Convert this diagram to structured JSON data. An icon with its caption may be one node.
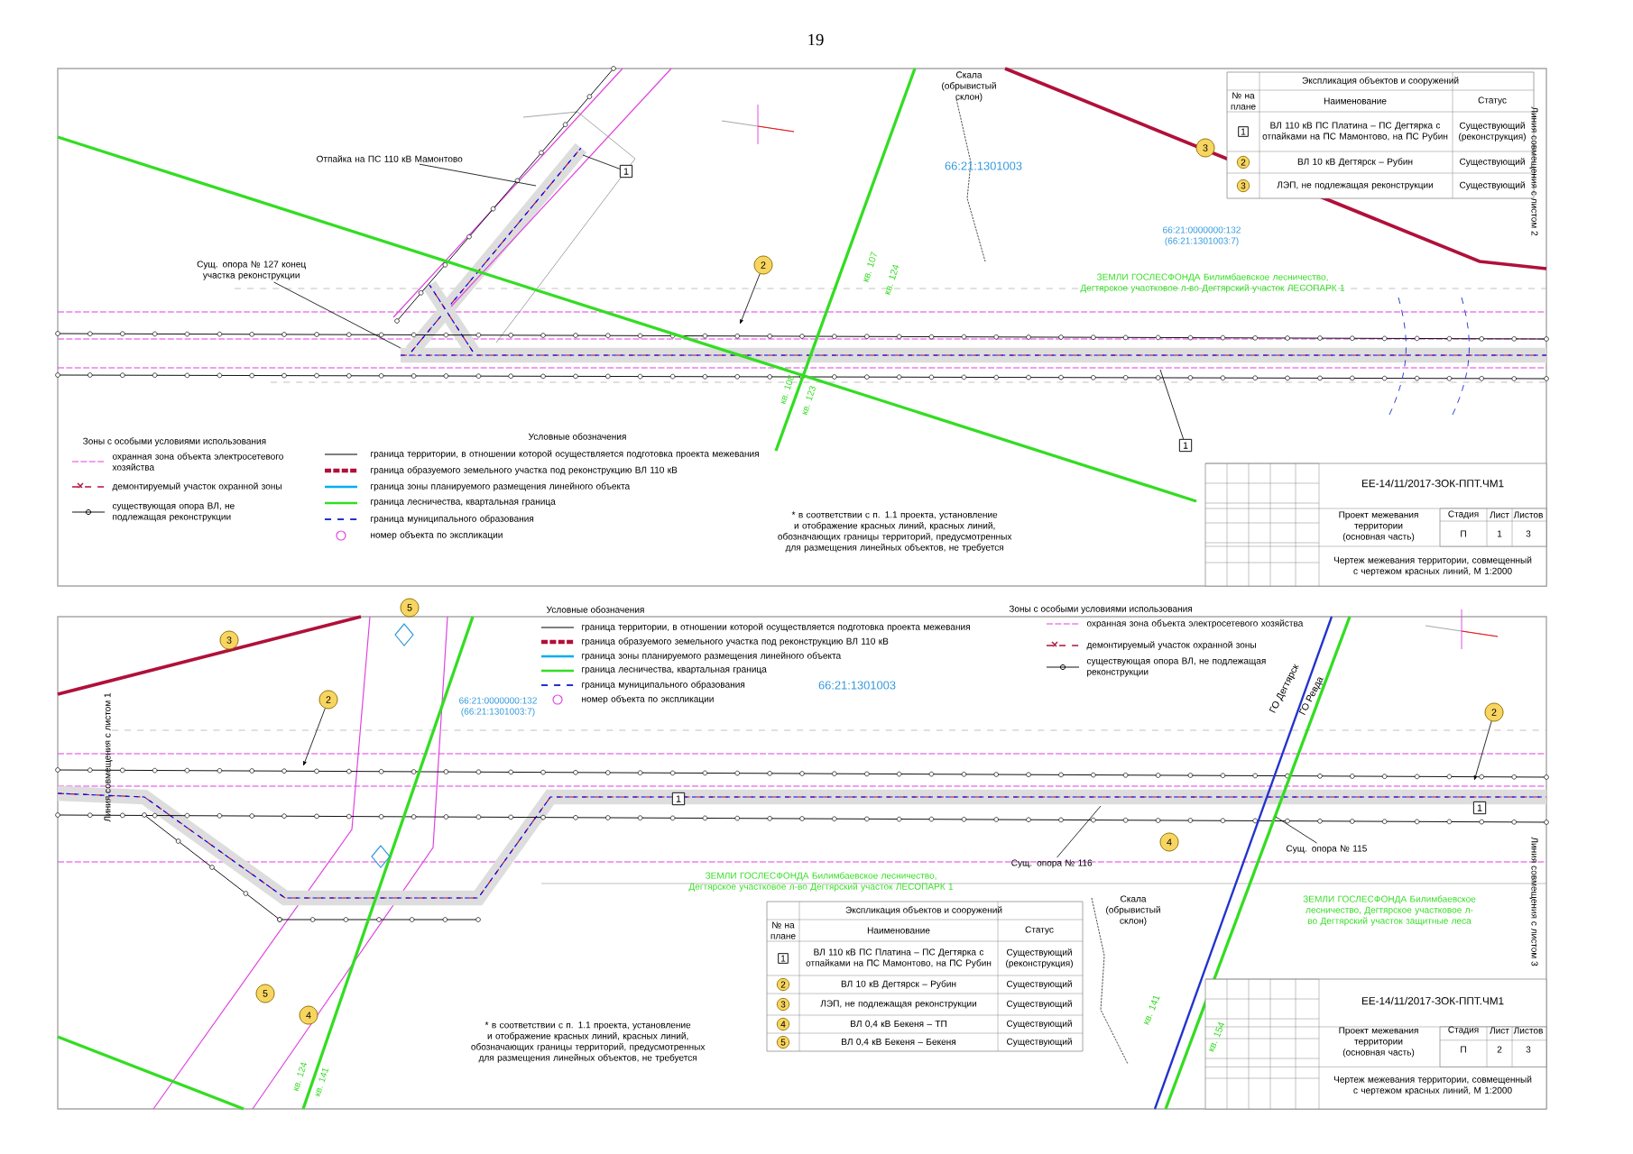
{
  "diagram": {
    "nodes": [
      {
        "text": [
          "1"
        ]
      },
      {
        "text": [
          "2"
        ]
      },
      {
        "text": [
          "3"
        ]
      },
      {
        "text": [
          "1"
        ]
      },
      {
        "text": [
          "Отпайка на ПС 110 кВ Мамонтово"
        ]
      },
      {
        "text": [
          "Сущ. опора № 127 конец участка реконструкции"
        ]
      },
      {
        "text": [
          "1"
        ]
      },
      {
        "text": [
          "2"
        ]
      },
      {
        "text": [
          "3"
        ]
      },
      {
        "text": [
          "3"
        ]
      },
      {
        "text": [
          "5"
        ]
      },
      {
        "text": [
          "2"
        ]
      },
      {
        "text": [
          "1"
        ]
      },
      {
        "text": [
          "5"
        ]
      },
      {
        "text": [
          "4"
        ]
      },
      {
        "text": [
          "2"
        ]
      },
      {
        "text": [
          "1"
        ]
      },
      {
        "text": [
          "4"
        ]
      },
      {
        "text": [
          "Сущ. опора № 116"
        ]
      },
      {
        "text": [
          "Сущ. опора № 115"
        ]
      },
      {
        "text": [
          "1"
        ]
      },
      {
        "text": [
          "2"
        ]
      },
      {
        "text": [
          "3"
        ]
      },
      {
        "text": [
          "4"
        ]
      },
      {
        "text": [
          "5"
        ]
      }
    ],
    "edges": [
      {
        "from": 0,
        "to": null,
        "arrow": "none"
      },
      {
        "from": 1,
        "to": null,
        "arrow": "to"
      },
      {
        "from": 3,
        "to": null,
        "arrow": "none"
      },
      {
        "from": 4,
        "to": null,
        "arrow": "none"
      },
      {
        "from": 5,
        "to": null,
        "arrow": "none"
      },
      {
        "from": 11,
        "to": null,
        "arrow": "to"
      },
      {
        "from": 15,
        "to": null,
        "arrow": "to"
      },
      {
        "from": 18,
        "to": null,
        "arrow": "none"
      },
      {
        "from": 19,
        "to": null,
        "arrow": "none"
      }
    ],
    "labels": [
      "19",
      "66:21:1301003",
      "кв. 107",
      "кв. 124",
      "Скала (обрывистый склон)",
      "66:21:0000000:132 (66:21:1301003:7)",
      "ЗЕМЛИ ГОСЛЕСФОНДА Билимбаевское лесничество, Дегтярское участковое л-во Дегтярский участок ЛЕСОПАРК 1",
      "кв. 108",
      "кв. 123",
      "Линия совмещения с листом 2",
      "Зоны с особыми условиями использования",
      "Условные обозначения",
      "* в соответствии с п. 1.1 проекта, установление и отображение красных линий, красных линий, обозначающих границы территорий, предусмотренных для размещения линейных объектов, не требуется",
      "Экспликация объектов и сооружений",
      "№ на плане",
      "Наименование",
      "Статус",
      "ВЛ 110 кВ ПС Платина – ПС Дегтярка с отпайками на ПС Мамонтово, на ПС Рубин",
      "Существующий (реконструкция)",
      "ВЛ 10 кВ Дегтярск – Рубин",
      "Существующий",
      "ЛЭП, не подлежащая реконструкции",
      "Существующий",
      "ЕЕ-14/11/2017-ЗОК-ППТ.ЧМ1",
      "Проект межевания территории (основная часть)",
      "Стадия",
      "Лист",
      "Листов",
      "П",
      "1",
      "3",
      "Чертеж межевания территории, совмещенный с чертежом красных линий, М 1:2000",
      "Условные обозначения",
      "Зоны с особыми условиями использования",
      "66:21:0000000:132 (66:21:1301003:7)",
      "66:21:1301003",
      "Линия совмещения с листом 1",
      "ЗЕМЛИ ГОСЛЕСФОНДА Билимбаевское лесничество, Дегтярское участковое л-во Дегтярский участок ЛЕСОПАРК 1",
      "ГО Дегтярск",
      "ГО Ревда",
      "Скала (обрывистый склон)",
      "ЗЕМЛИ ГОСЛЕСФОНДА Билимбаевское лесничество, Дегтярское участковое л-во Дегтярский участок защитные леса",
      "кв. 124",
      "кв. 141",
      "кв. 141",
      "кв. 154",
      "Линия совмещения с листом 3",
      "* в соответствии с п. 1.1 проекта, установление и отображение красных линий, красных линий, обозначающих границы территорий, предусмотренных для размещения линейных объектов, не требуется",
      "Экспликация объектов и сооружений",
      "№ на плане",
      "Наименование",
      "Статус",
      "ВЛ 110 кВ ПС Платина – ПС Дегтярка с отпайками на ПС Мамонтово, на ПС Рубин",
      "Существующий (реконструкция)",
      "ВЛ 10 кВ Дегтярск – Рубин",
      "Существующий",
      "ЛЭП, не подлежащая реконструкции",
      "Существующий",
      "ВЛ 0,4 кВ Бекеня – ТП",
      "Существующий",
      "ВЛ 0,4 кВ Бекеня – Бекеня",
      "Существующий",
      "ЕЕ-14/11/2017-ЗОК-ППТ.ЧМ1",
      "Проект межевания территории (основная часть)",
      "Стадия",
      "Лист",
      "Листов",
      "П",
      "2",
      "3",
      "Чертеж межевания территории, совмещенный с чертежом красных линий, М 1:2000"
    ],
    "legend": [
      {
        "text": "охранная зона объекта электросетевого хозяйства"
      },
      {
        "text": "демонтируемый участок охранной зоны"
      },
      {
        "text": "существующая опора ВЛ, не подлежащая реконструкции"
      },
      {
        "text": "граница территории, в отношении которой осуществляется подготовка проекта межевания"
      },
      {
        "text": "граница образуемого земельного участка под реконструкцию ВЛ 110 кВ"
      },
      {
        "text": "граница зоны планируемого размещения линейного объекта"
      },
      {
        "text": "граница лесничества, квартальная граница"
      },
      {
        "text": "граница муниципального образования"
      },
      {
        "text": "номер объекта по экспликации"
      },
      {
        "text": "граница территории, в отношении которой осуществляется подготовка проекта межевания"
      },
      {
        "text": "граница образуемого земельного участка под реконструкцию ВЛ 110 кВ"
      },
      {
        "text": "граница зоны планируемого размещения линейного объекта"
      },
      {
        "text": "граница лесничества, квартальная граница"
      },
      {
        "text": "граница муниципального образования"
      },
      {
        "text": "номер объекта по экспликации"
      },
      {
        "text": "охранная зона объекта электросетевого хозяйства"
      },
      {
        "text": "демонтируемый участок охранной зоны"
      },
      {
        "text": "существующая опора ВЛ, не подлежащая реконструкции"
      }
    ]
  }
}
